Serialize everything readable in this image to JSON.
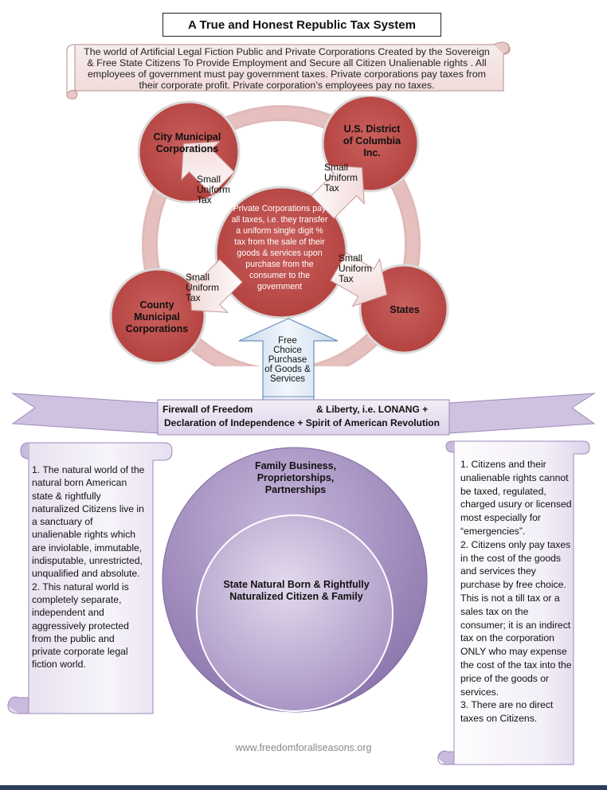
{
  "title": "A True and Honest Republic Tax System",
  "intro": "The world of Artificial Legal Fiction Public and Private Corporations Created by the Sovereign & Free State Citizens To Provide Employment and Secure all Citizen Unalienable rights . All employees of government must pay government taxes. Private corporations pay taxes from their corporate profit. Private corporation’s employees pay no taxes.",
  "nodes": {
    "city": "City Municipal Corporations",
    "dc": "U.S. District of Columbia Inc.",
    "county": "County Municipal Corporations",
    "states": "States",
    "center": "Private Corporations pay all taxes, i.e. they transfer a uniform single digit % tax from the sale of their goods & services upon purchase from the consumer to the government"
  },
  "arrows": {
    "tax_label": "Small Uniform Tax"
  },
  "free_choice": "Free Choice Purchase of Goods & Services",
  "firewall": {
    "line1_left": "Firewall of Freedom",
    "line1_right": "& Liberty, i.e. LONANG +",
    "line2": "Declaration of Independence + Spirit of American Revolution"
  },
  "left_panel": [
    "1. The natural world of the natural born American state & rightfully naturalized Citizens live in a sanctuary of unalienable rights which are inviolable, immutable, indisputable, unrestricted, unqualified and absolute.",
    "2. This natural world is completely separate, independent and aggressively protected from the public and private corporate legal fiction world."
  ],
  "right_panel": [
    "1. Citizens and their unalienable rights cannot be taxed, regulated, charged usury or licensed most especially for “emergencies”.",
    "2. Citizens only pay taxes in the cost of the goods and services they purchase by free choice. This is not a till tax or a sales tax on the consumer; it is an indirect tax on the corporation ONLY who may expense the cost of the tax into the price of the goods or services.",
    "3. There are no direct taxes on Citizens."
  ],
  "outer_circle": "Family Business, Proprietorships, Partnerships",
  "inner_circle": "State Natural Born & Rightfully Naturalized Citizen & Family",
  "footer": "www.freedomforallseasons.org",
  "colors": {
    "red_node": "#c0504d",
    "ring": "#e6b8b7",
    "purple": "#8064a2",
    "purple_light": "#b3a2c7",
    "arrow_blue": "#dce6f2"
  }
}
